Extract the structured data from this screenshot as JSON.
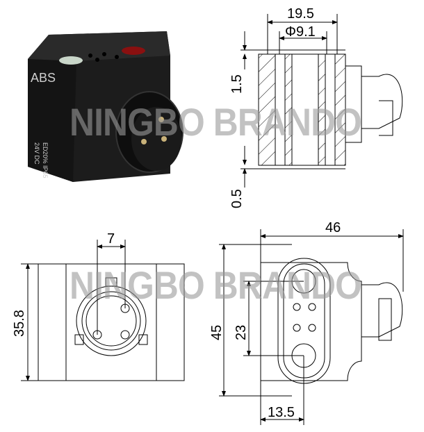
{
  "photo": {
    "brand_text": "ABS",
    "voltage_text": "24V DC",
    "rating_text": "ED20%  IP65"
  },
  "watermark": "NINGBO BRANDO",
  "views": {
    "section": {
      "width_label": "19.5",
      "bore_label": "Φ9.1",
      "top_offset_label": "1.5",
      "bottom_offset_label": "0.5"
    },
    "front": {
      "pin_spacing_label": "7",
      "height_label": "35.8"
    },
    "side": {
      "width_label": "46",
      "height_label": "45",
      "hole_spacing_label": "23",
      "hole_offset_label": "13.5"
    }
  }
}
